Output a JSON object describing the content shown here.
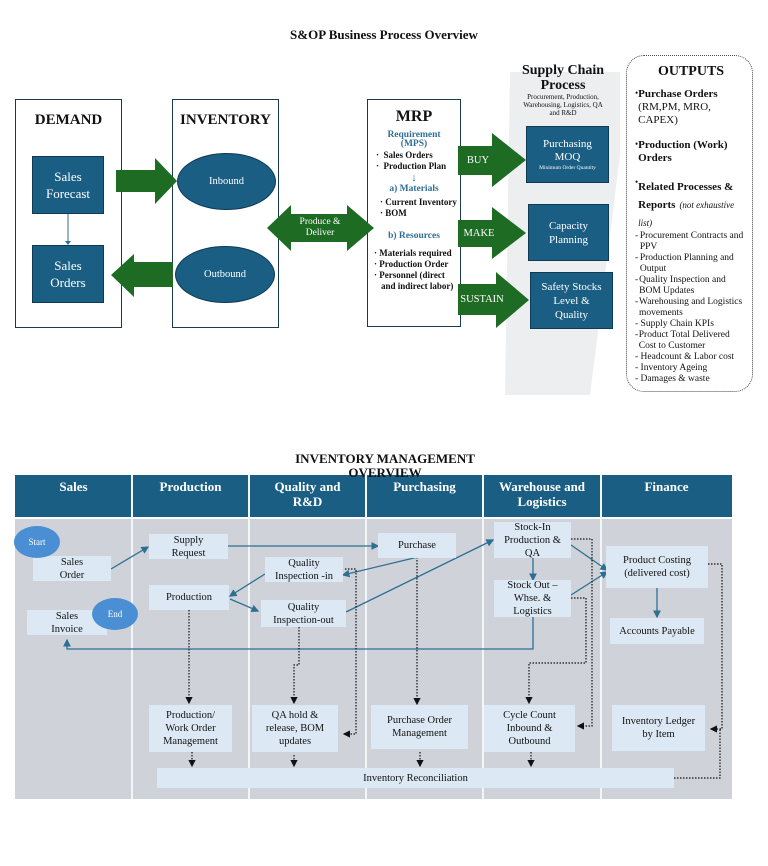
{
  "sop": {
    "title": "S&OP Business Process Overview",
    "demand": {
      "heading": "DEMAND",
      "sales_forecast": [
        "Sales",
        "Forecast"
      ],
      "sales_orders": [
        "Sales",
        "Orders"
      ]
    },
    "inventory": {
      "heading": "INVENTORY",
      "inbound": "Inbound",
      "outbound": "Outbound"
    },
    "produce_deliver": [
      "Produce &",
      "Deliver"
    ],
    "mrp": {
      "heading": "MRP",
      "requirement": [
        "Requirement",
        "(MPS)"
      ],
      "requirement_items": [
        "Sales Orders",
        "Production Plan"
      ],
      "materials_heading": "a) Materials",
      "materials_items": [
        "Current Inventory",
        "BOM"
      ],
      "resources_heading": "b) Resources",
      "resources_items": [
        "Materials required",
        "Production Order",
        "Personnel (direct",
        "and indirect labor)"
      ]
    },
    "actions": {
      "buy": "BUY",
      "make": "MAKE",
      "sustain": "SUSTAIN"
    },
    "supply_chain": {
      "heading": [
        "Supply Chain",
        "Process"
      ],
      "subheading": [
        "Procurement, Production,",
        "Warehousing, Logistics, QA",
        "and R&D"
      ],
      "purchasing": [
        "Purchasing",
        "MOQ"
      ],
      "purchasing_note": "Minimum Order Quantity",
      "capacity": [
        "Capacity",
        "Planning"
      ],
      "safety": [
        "Safety Stocks",
        "Level &",
        "Quality"
      ]
    },
    "outputs": {
      "heading": "OUTPUTS",
      "purchase_orders": "Purchase Orders",
      "purchase_orders_detail": "(RM,PM, MRO, CAPEX)",
      "production_orders": "Production (Work) Orders",
      "related": "Related Processes & Reports",
      "related_note": "(not exhaustive list)",
      "related_items": [
        "Procurement Contracts and PPV",
        "Production Planning  and Output",
        "Quality Inspection and BOM Updates",
        "Warehousing and Logistics movements",
        "Supply Chain KPIs",
        "Product Total Delivered Cost to Customer",
        "Headcount & Labor cost",
        "Inventory Ageing",
        "Damages & waste"
      ]
    }
  },
  "inv": {
    "title": [
      "INVENTORY MANAGEMENT",
      "OVERVIEW"
    ],
    "lanes": [
      "Sales",
      "Production",
      "Quality and R&D",
      "Purchasing",
      "Warehouse and Logistics",
      "Finance"
    ],
    "lane_lines": [
      [
        "Sales"
      ],
      [
        "Production"
      ],
      [
        "Quality and",
        "R&D"
      ],
      [
        "Purchasing"
      ],
      [
        "Warehouse and",
        "Logistics"
      ],
      [
        "Finance"
      ]
    ],
    "start": "Start",
    "end": "End",
    "nodes": {
      "sales_order": [
        "Sales",
        "Order"
      ],
      "sales_invoice": [
        "Sales",
        "Invoice"
      ],
      "supply_request": [
        "Supply",
        "Request"
      ],
      "production": [
        "Production"
      ],
      "qi_in": [
        "Quality",
        "Inspection -in"
      ],
      "qi_out": [
        "Quality",
        "Inspection-out"
      ],
      "purchase": [
        "Purchase"
      ],
      "stock_in": [
        "Stock-In",
        "Production &",
        "QA"
      ],
      "stock_out": [
        "Stock Out –",
        "Whse. &",
        "Logistics"
      ],
      "product_costing": [
        "Product Costing",
        "(delivered cost)"
      ],
      "accounts_payable": [
        "Accounts Payable"
      ],
      "work_order": [
        "Production/",
        "Work Order",
        "Management"
      ],
      "qa_hold": [
        "QA hold &",
        "release, BOM",
        "updates"
      ],
      "po_mgmt": [
        "Purchase Order",
        "Management"
      ],
      "cycle_count": [
        "Cycle Count",
        "Inbound &",
        "Outbound"
      ],
      "ledger": [
        "Inventory Ledger",
        "by Item"
      ],
      "reconciliation": [
        "Inventory Reconciliation"
      ]
    }
  },
  "colors": {
    "primary_blue": "#1a5e84",
    "arrow_green": "#1e6b23",
    "node_fill": "#dce9f5",
    "lane_fill": "#cfd3d9",
    "oval_blue": "#4a8fd4",
    "connector_blue": "#2c6f93"
  }
}
